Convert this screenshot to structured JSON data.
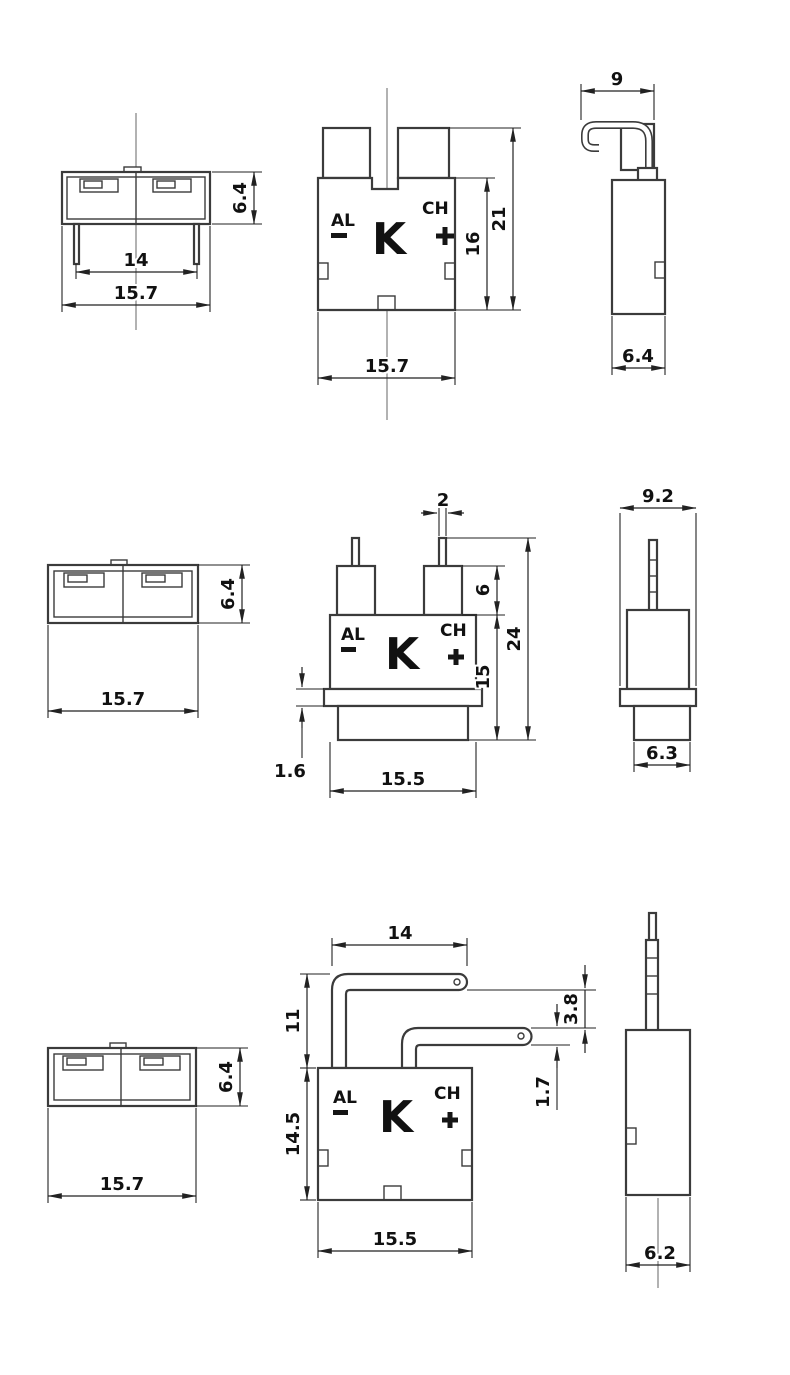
{
  "polarity_symbols": {
    "negative": "−",
    "positive": "+"
  },
  "figures": [
    {
      "labels": {
        "al": "AL",
        "k": "K",
        "ch": "CH"
      },
      "top_view": {
        "depth": "6.4",
        "pin_spacing": "14",
        "width": "15.7"
      },
      "front_view": {
        "body_height": "16",
        "overall_height": "21",
        "width": "15.7"
      },
      "side_view": {
        "hook_width": "9",
        "depth": "6.4"
      }
    },
    {
      "labels": {
        "al": "AL",
        "k": "K",
        "ch": "CH"
      },
      "top_view": {
        "depth": "6.4",
        "width": "15.7"
      },
      "front_view": {
        "pin_width": "2",
        "pin_block_height": "6",
        "overall_height": "24",
        "lower_height": "15",
        "flange_thickness": "1.6",
        "width": "15.5"
      },
      "side_view": {
        "flange_width": "9.2",
        "base_depth": "6.3"
      }
    },
    {
      "labels": {
        "al": "AL",
        "k": "K",
        "ch": "CH"
      },
      "top_view": {
        "depth": "6.4",
        "width": "15.7"
      },
      "front_view": {
        "pin_reach": "14",
        "pin_rise": "11",
        "body_height": "14.5",
        "pin_gap": "3.8",
        "pin_thickness": "1.7",
        "width": "15.5"
      },
      "side_view": {
        "depth": "6.2"
      }
    }
  ]
}
